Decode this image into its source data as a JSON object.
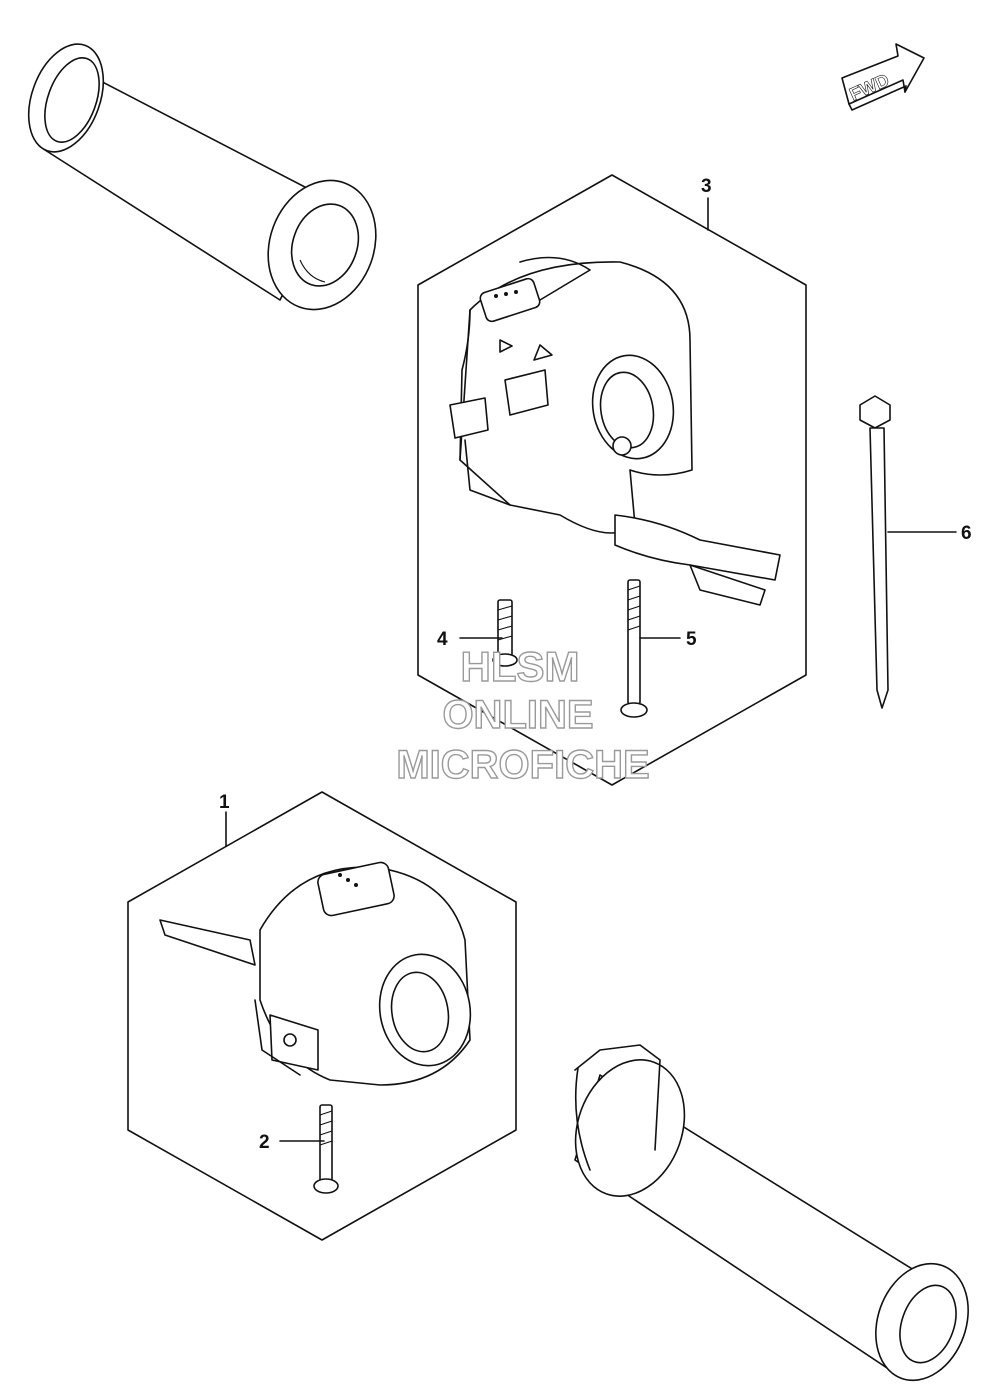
{
  "direction_badge": {
    "label": "FWD",
    "icon": "forward-arrow-icon"
  },
  "callouts": [
    {
      "number": "1"
    },
    {
      "number": "2"
    },
    {
      "number": "3"
    },
    {
      "number": "4"
    },
    {
      "number": "5"
    },
    {
      "number": "6"
    }
  ],
  "watermark": {
    "lines": [
      "HLSM",
      "ONLINE",
      "MICROFICHE"
    ],
    "color": "#9a9a9a"
  },
  "colors": {
    "line": "#111111",
    "background": "#ffffff"
  }
}
